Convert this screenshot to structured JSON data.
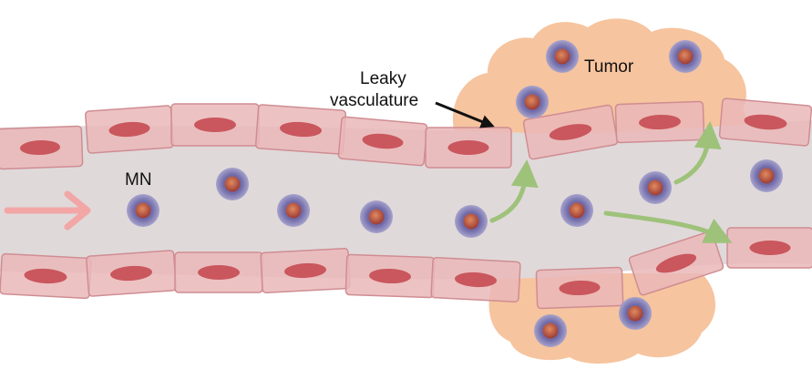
{
  "labels": {
    "leaky_line1": "Leaky",
    "leaky_line2": "vasculature",
    "tumor": "Tumor",
    "mn": "MN"
  },
  "colors": {
    "vessel_lumen": "#e0d9da",
    "endothelial_cell_fill": "#eab7b9",
    "endothelial_cell_stroke": "#cf8d92",
    "cell_nucleus": "#c9575d",
    "tumor_tissue": "#f6c49e",
    "nanoparticle_shell": "#8a86b8",
    "nanoparticle_core": "#b24a3c",
    "extravasation_arrow": "#9ec27a",
    "flow_arrow": "#f2a6a6",
    "leak_pointer": "#111111"
  },
  "icons": {
    "flow_direction": "arrow-right-icon",
    "nanoparticle": "nanoparticle-icon",
    "extravasation": "curved-arrow-icon"
  }
}
